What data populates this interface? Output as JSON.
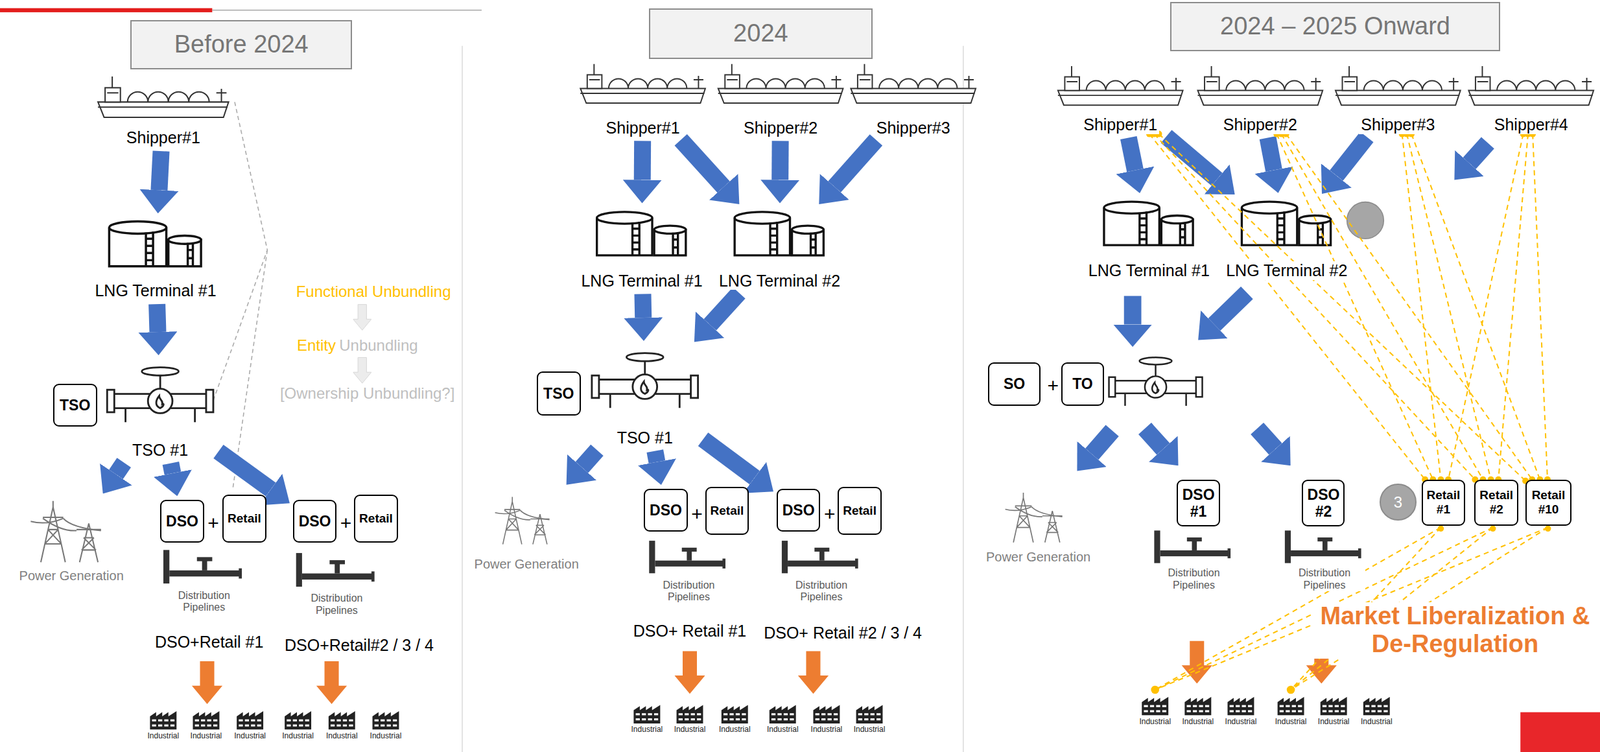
{
  "diagram": {
    "nodes": [
      {
        "text": [
          "Before 2024"
        ]
      },
      {
        "text": [
          "Shipper#1"
        ]
      },
      {
        "text": [
          "LNG Terminal #1"
        ]
      },
      {
        "text": [
          "TSO"
        ]
      },
      {
        "text": [
          "TSO #1"
        ]
      },
      {
        "text": [
          "Power Generation"
        ]
      },
      {
        "text": [
          "DSO"
        ]
      },
      {
        "text": [
          "Retail"
        ]
      },
      {
        "text": [
          "Distribution Pipelines"
        ]
      },
      {
        "text": [
          "DSO"
        ]
      },
      {
        "text": [
          "Retail"
        ]
      },
      {
        "text": [
          "Distribution Pipelines"
        ]
      },
      {
        "text": [
          "2024"
        ]
      },
      {
        "text": [
          "Shipper#1"
        ]
      },
      {
        "text": [
          "Shipper#2"
        ]
      },
      {
        "text": [
          "Shipper#3"
        ]
      },
      {
        "text": [
          "LNG Terminal #1"
        ]
      },
      {
        "text": [
          "LNG Terminal #2"
        ]
      },
      {
        "text": [
          "TSO"
        ]
      },
      {
        "text": [
          "TSO #1"
        ]
      },
      {
        "text": [
          "Power Generation"
        ]
      },
      {
        "text": [
          "DSO"
        ]
      },
      {
        "text": [
          "Retail"
        ]
      },
      {
        "text": [
          "Distribution Pipelines"
        ]
      },
      {
        "text": [
          "DSO"
        ]
      },
      {
        "text": [
          "Retail"
        ]
      },
      {
        "text": [
          "Distribution Pipelines"
        ]
      },
      {
        "text": [
          "2024 – 2025 Onward"
        ]
      },
      {
        "text": [
          "Shipper#1"
        ]
      },
      {
        "text": [
          "Shipper#2"
        ]
      },
      {
        "text": [
          "Shipper#3"
        ]
      },
      {
        "text": [
          "Shipper#4"
        ]
      },
      {
        "text": [
          "LNG Terminal #1"
        ]
      },
      {
        "text": [
          "LNG Terminal #2"
        ]
      },
      {
        "text": [
          "SO"
        ]
      },
      {
        "text": [
          "TO"
        ]
      },
      {
        "text": [
          "Power Generation"
        ]
      },
      {
        "text": [
          "DSO #1"
        ]
      },
      {
        "text": [
          "DSO #2"
        ]
      },
      {
        "text": [
          "3"
        ]
      },
      {
        "text": [
          "Retail #1"
        ]
      },
      {
        "text": [
          "Retail #2"
        ]
      },
      {
        "text": [
          "Retail #10"
        ]
      },
      {
        "text": [
          "Distribution Pipelines"
        ]
      },
      {
        "text": [
          "Distribution Pipelines"
        ]
      }
    ],
    "edges": [
      {
        "from": 1,
        "to": 2,
        "arrow": "to"
      },
      {
        "from": 2,
        "to": 4,
        "arrow": "to"
      },
      {
        "from": 4,
        "to": 5,
        "arrow": "to"
      },
      {
        "from": 4,
        "to": 6,
        "arrow": "to"
      },
      {
        "from": 4,
        "to": 9,
        "arrow": "to"
      },
      {
        "from": 13,
        "to": 16,
        "arrow": "to"
      },
      {
        "from": 13,
        "to": 17,
        "arrow": "to"
      },
      {
        "from": 14,
        "to": 17,
        "arrow": "to"
      },
      {
        "from": 15,
        "to": 17,
        "arrow": "to"
      },
      {
        "from": 16,
        "to": 19,
        "arrow": "to"
      },
      {
        "from": 17,
        "to": 19,
        "arrow": "to"
      },
      {
        "from": 19,
        "to": 20,
        "arrow": "to"
      },
      {
        "from": 19,
        "to": 21,
        "arrow": "to"
      },
      {
        "from": 19,
        "to": 24,
        "arrow": "to"
      },
      {
        "from": 28,
        "to": 32,
        "arrow": "to"
      },
      {
        "from": 28,
        "to": 33,
        "arrow": "to"
      },
      {
        "from": 29,
        "to": 33,
        "arrow": "to"
      },
      {
        "from": 30,
        "to": 33,
        "arrow": "to"
      },
      {
        "from": 28,
        "to": 40,
        "arrow": "none"
      },
      {
        "from": 28,
        "to": 41,
        "arrow": "none"
      },
      {
        "from": 28,
        "to": 42,
        "arrow": "none"
      },
      {
        "from": 29,
        "to": 40,
        "arrow": "none"
      },
      {
        "from": 29,
        "to": 41,
        "arrow": "none"
      },
      {
        "from": 29,
        "to": 42,
        "arrow": "none"
      },
      {
        "from": 30,
        "to": 40,
        "arrow": "none"
      },
      {
        "from": 30,
        "to": 41,
        "arrow": "none"
      },
      {
        "from": 30,
        "to": 42,
        "arrow": "none"
      },
      {
        "from": 31,
        "to": 40,
        "arrow": "none"
      },
      {
        "from": 31,
        "to": 41,
        "arrow": "none"
      },
      {
        "from": 31,
        "to": 42,
        "arrow": "none"
      }
    ],
    "labels": [
      "Functional Unbundling",
      "Entity",
      "Unbundling",
      "[Ownership Unbundling?]",
      "+",
      "+",
      "DSO+Retail #1",
      "DSO+Retail#2 / 3 / 4",
      "Industrial",
      "Industrial",
      "Industrial",
      "Industrial",
      "Industrial",
      "Industrial",
      "+",
      "+",
      "DSO+ Retail #1",
      "DSO+ Retail #2 / 3 / 4",
      "Industrial",
      "Industrial",
      "Industrial",
      "Industrial",
      "Industrial",
      "Industrial",
      "+",
      "Market Liberalization & De-Regulation",
      "Industrial",
      "Industrial",
      "Industrial",
      "Industrial",
      "Industrial",
      "Industrial"
    ]
  }
}
